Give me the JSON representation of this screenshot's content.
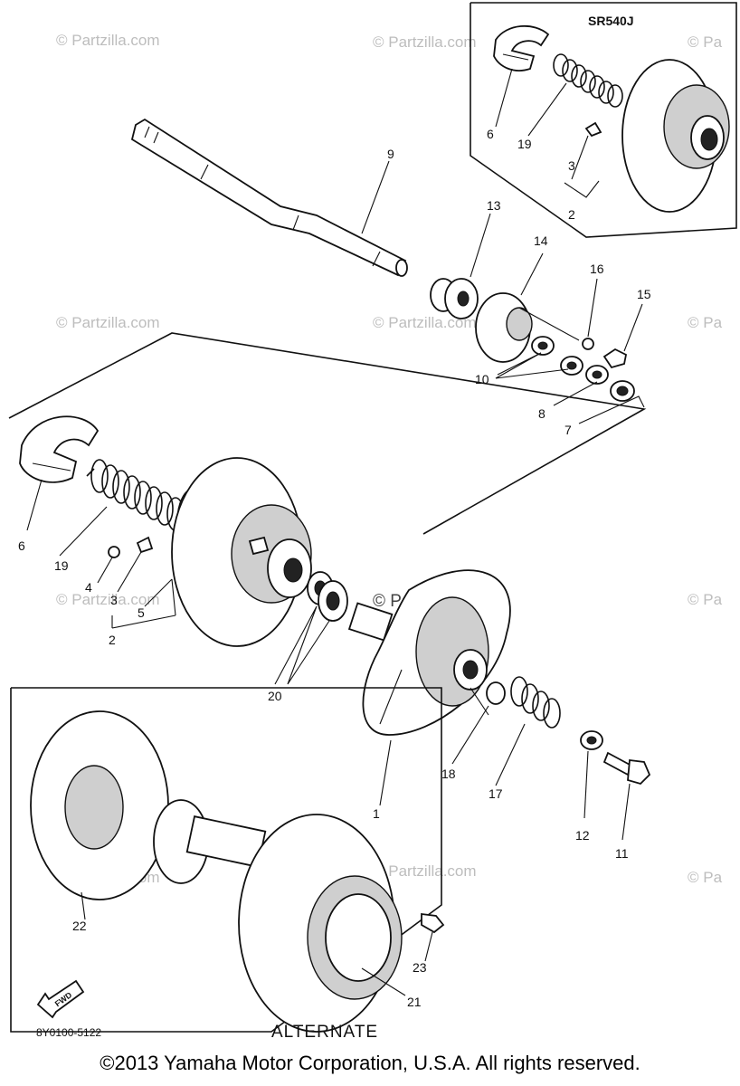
{
  "watermark": "© Partzilla.com",
  "watermark_clip": "© Pa",
  "variant_label": "SR540J",
  "alternate_label": "ALTERNATE",
  "diagram_code": "8Y0100-5122",
  "fwd_label": "FWD",
  "copyright": "©2013 Yamaha Motor Corporation, U.S.A. All rights reserved.",
  "callouts": {
    "p1": "1",
    "p2a": "2",
    "p2b": "2",
    "p3a": "3",
    "p3b": "3",
    "p4": "4",
    "p5": "5",
    "p6a": "6",
    "p6b": "6",
    "p7": "7",
    "p8": "8",
    "p9": "9",
    "p10": "10",
    "p11": "11",
    "p12": "12",
    "p13": "13",
    "p14": "14",
    "p15": "15",
    "p16": "16",
    "p17": "17",
    "p18": "18",
    "p19a": "19",
    "p19b": "19",
    "p20": "20",
    "p21": "21",
    "p22": "22",
    "p23": "23"
  }
}
